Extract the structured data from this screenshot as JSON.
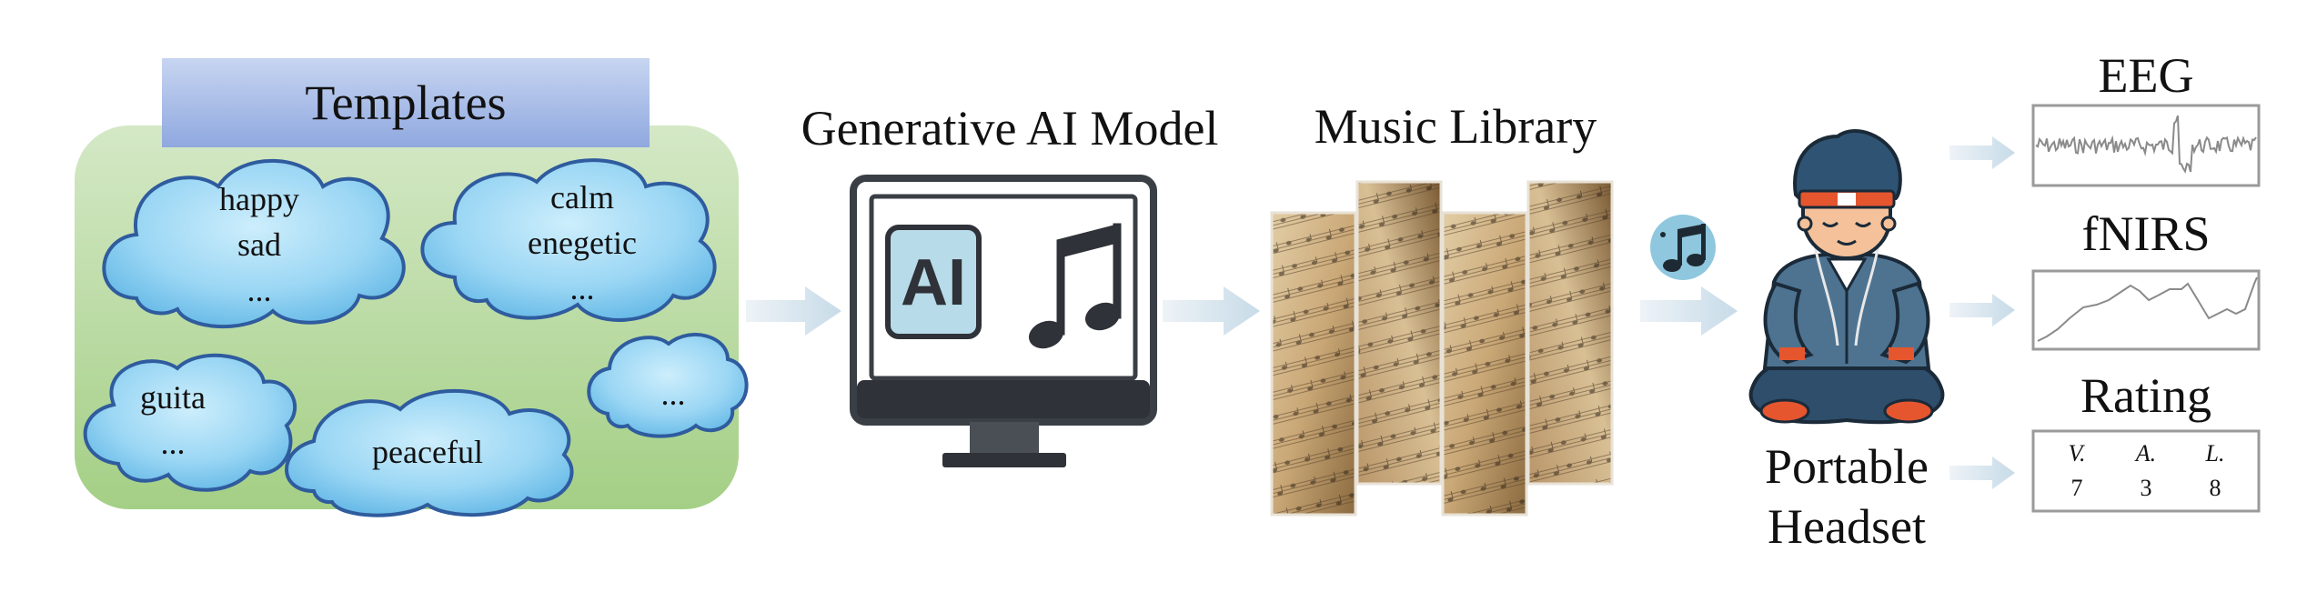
{
  "templates": {
    "title": "Templates",
    "clouds": [
      {
        "lines": [
          "happy",
          "sad",
          "..."
        ]
      },
      {
        "lines": [
          "calm",
          "enegetic",
          "..."
        ]
      },
      {
        "lines": [
          "guita",
          "..."
        ]
      },
      {
        "lines": [
          "peaceful"
        ]
      },
      {
        "lines": [
          "..."
        ]
      }
    ]
  },
  "model": {
    "title": "Generative AI Model",
    "ai_text": "AI",
    "icon": "music-note-icon"
  },
  "library": {
    "title": "Music Library"
  },
  "headset": {
    "title_line1": "Portable",
    "title_line2": "Headset",
    "icon": "meditating-person-icon"
  },
  "outputs": {
    "eeg": {
      "title": "EEG"
    },
    "fnirs": {
      "title": "fNIRS"
    },
    "rating": {
      "title": "Rating",
      "headers": [
        "V.",
        "A.",
        "L."
      ],
      "values": [
        "7",
        "3",
        "8"
      ]
    }
  },
  "colors": {
    "templates_bg": "#b3d79c",
    "templates_header": "#9fb4e2",
    "cloud_fill": "#86cdf0",
    "cloud_stroke": "#2f5c9e",
    "arrow": "#d5e4ee",
    "sheet_music": "#c9a77a"
  }
}
